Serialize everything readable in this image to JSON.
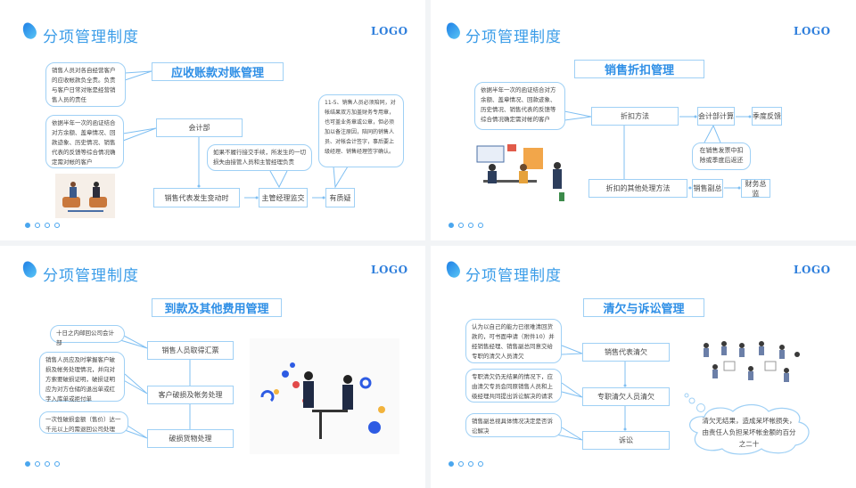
{
  "slides": [
    {
      "title": "分项管理制度",
      "logo": "LOGO",
      "heading": "应收账款对账管理",
      "bubbles": [
        "销售人员对各自经营客户的应收帐款负全责。负责与客户日常对账是经营销售人员的责任",
        "依据半年一次的函证结合对方余额、盖章情况、回款迹象、历史情况、销售代表的反馈等综合情况确定需对帐的客户",
        "如果不履行接交手续，所发生的一切损失由接管人员和主管经理负责",
        "11-5、销售人员必须陪同，对帐结果双方加盖财务专用章，也可盖业务章或公章，但必须加以备注原因，陪同的销售人员、对帐会计签字，事后要上级经理、销售经理签字确认。"
      ],
      "boxes": [
        "会计部",
        "销售代表发生变动时",
        "主管经理监交",
        "有质疑"
      ]
    },
    {
      "title": "分项管理制度",
      "logo": "LOGO",
      "heading": "销售折扣管理",
      "bubbles": [
        "依据半年一次的函证结合对方余额、盖章情况、回款迹象、历史情况、销售代表的反馈等综合情况确定需对帐的客户",
        "在销售发票中扣除或季度后返还"
      ],
      "boxes": [
        "折扣方法",
        "会计部计算",
        "季度反馈",
        "折扣的其他处理方法",
        "销售副总",
        "财务总监"
      ]
    },
    {
      "title": "分项管理制度",
      "logo": "LOGO",
      "heading": "到款及其他费用管理",
      "bubbles": [
        "十日之内邮回公司会计部",
        "销售人员应及时掌握客户破损及帐务处理情况，并向对方索要破损证明，破损证明应为对方仓储的退出单或红字入库单或拒付单",
        "一次性破损金额（售价）达一千元以上的需退回公司处理"
      ],
      "boxes": [
        "销售人员取得汇票",
        "客户破损及帐务处理",
        "破损货物处理"
      ]
    },
    {
      "title": "分项管理制度",
      "logo": "LOGO",
      "heading": "清欠与诉讼管理",
      "bubbles": [
        "认为以自己的能力已很难清回货款的，可书面申请（附件10）并经销售经理、销售副总同意交给专职的清欠人员清欠",
        "专职清欠仍无结果的情况下，应由清欠专员会同原销售人员和上级经理共同提出诉讼解决的请求",
        "销售副总视具体情况决定是否诉讼解决",
        "清欠无结果，造成呆坏帐损失，由责任人负担呆坏帐金额的百分之二十"
      ],
      "boxes": [
        "销售代表清欠",
        "专职清欠人员清欠",
        "诉讼"
      ]
    }
  ],
  "colors": {
    "accent": "#3a9ce8",
    "border": "#9fd0f5"
  }
}
